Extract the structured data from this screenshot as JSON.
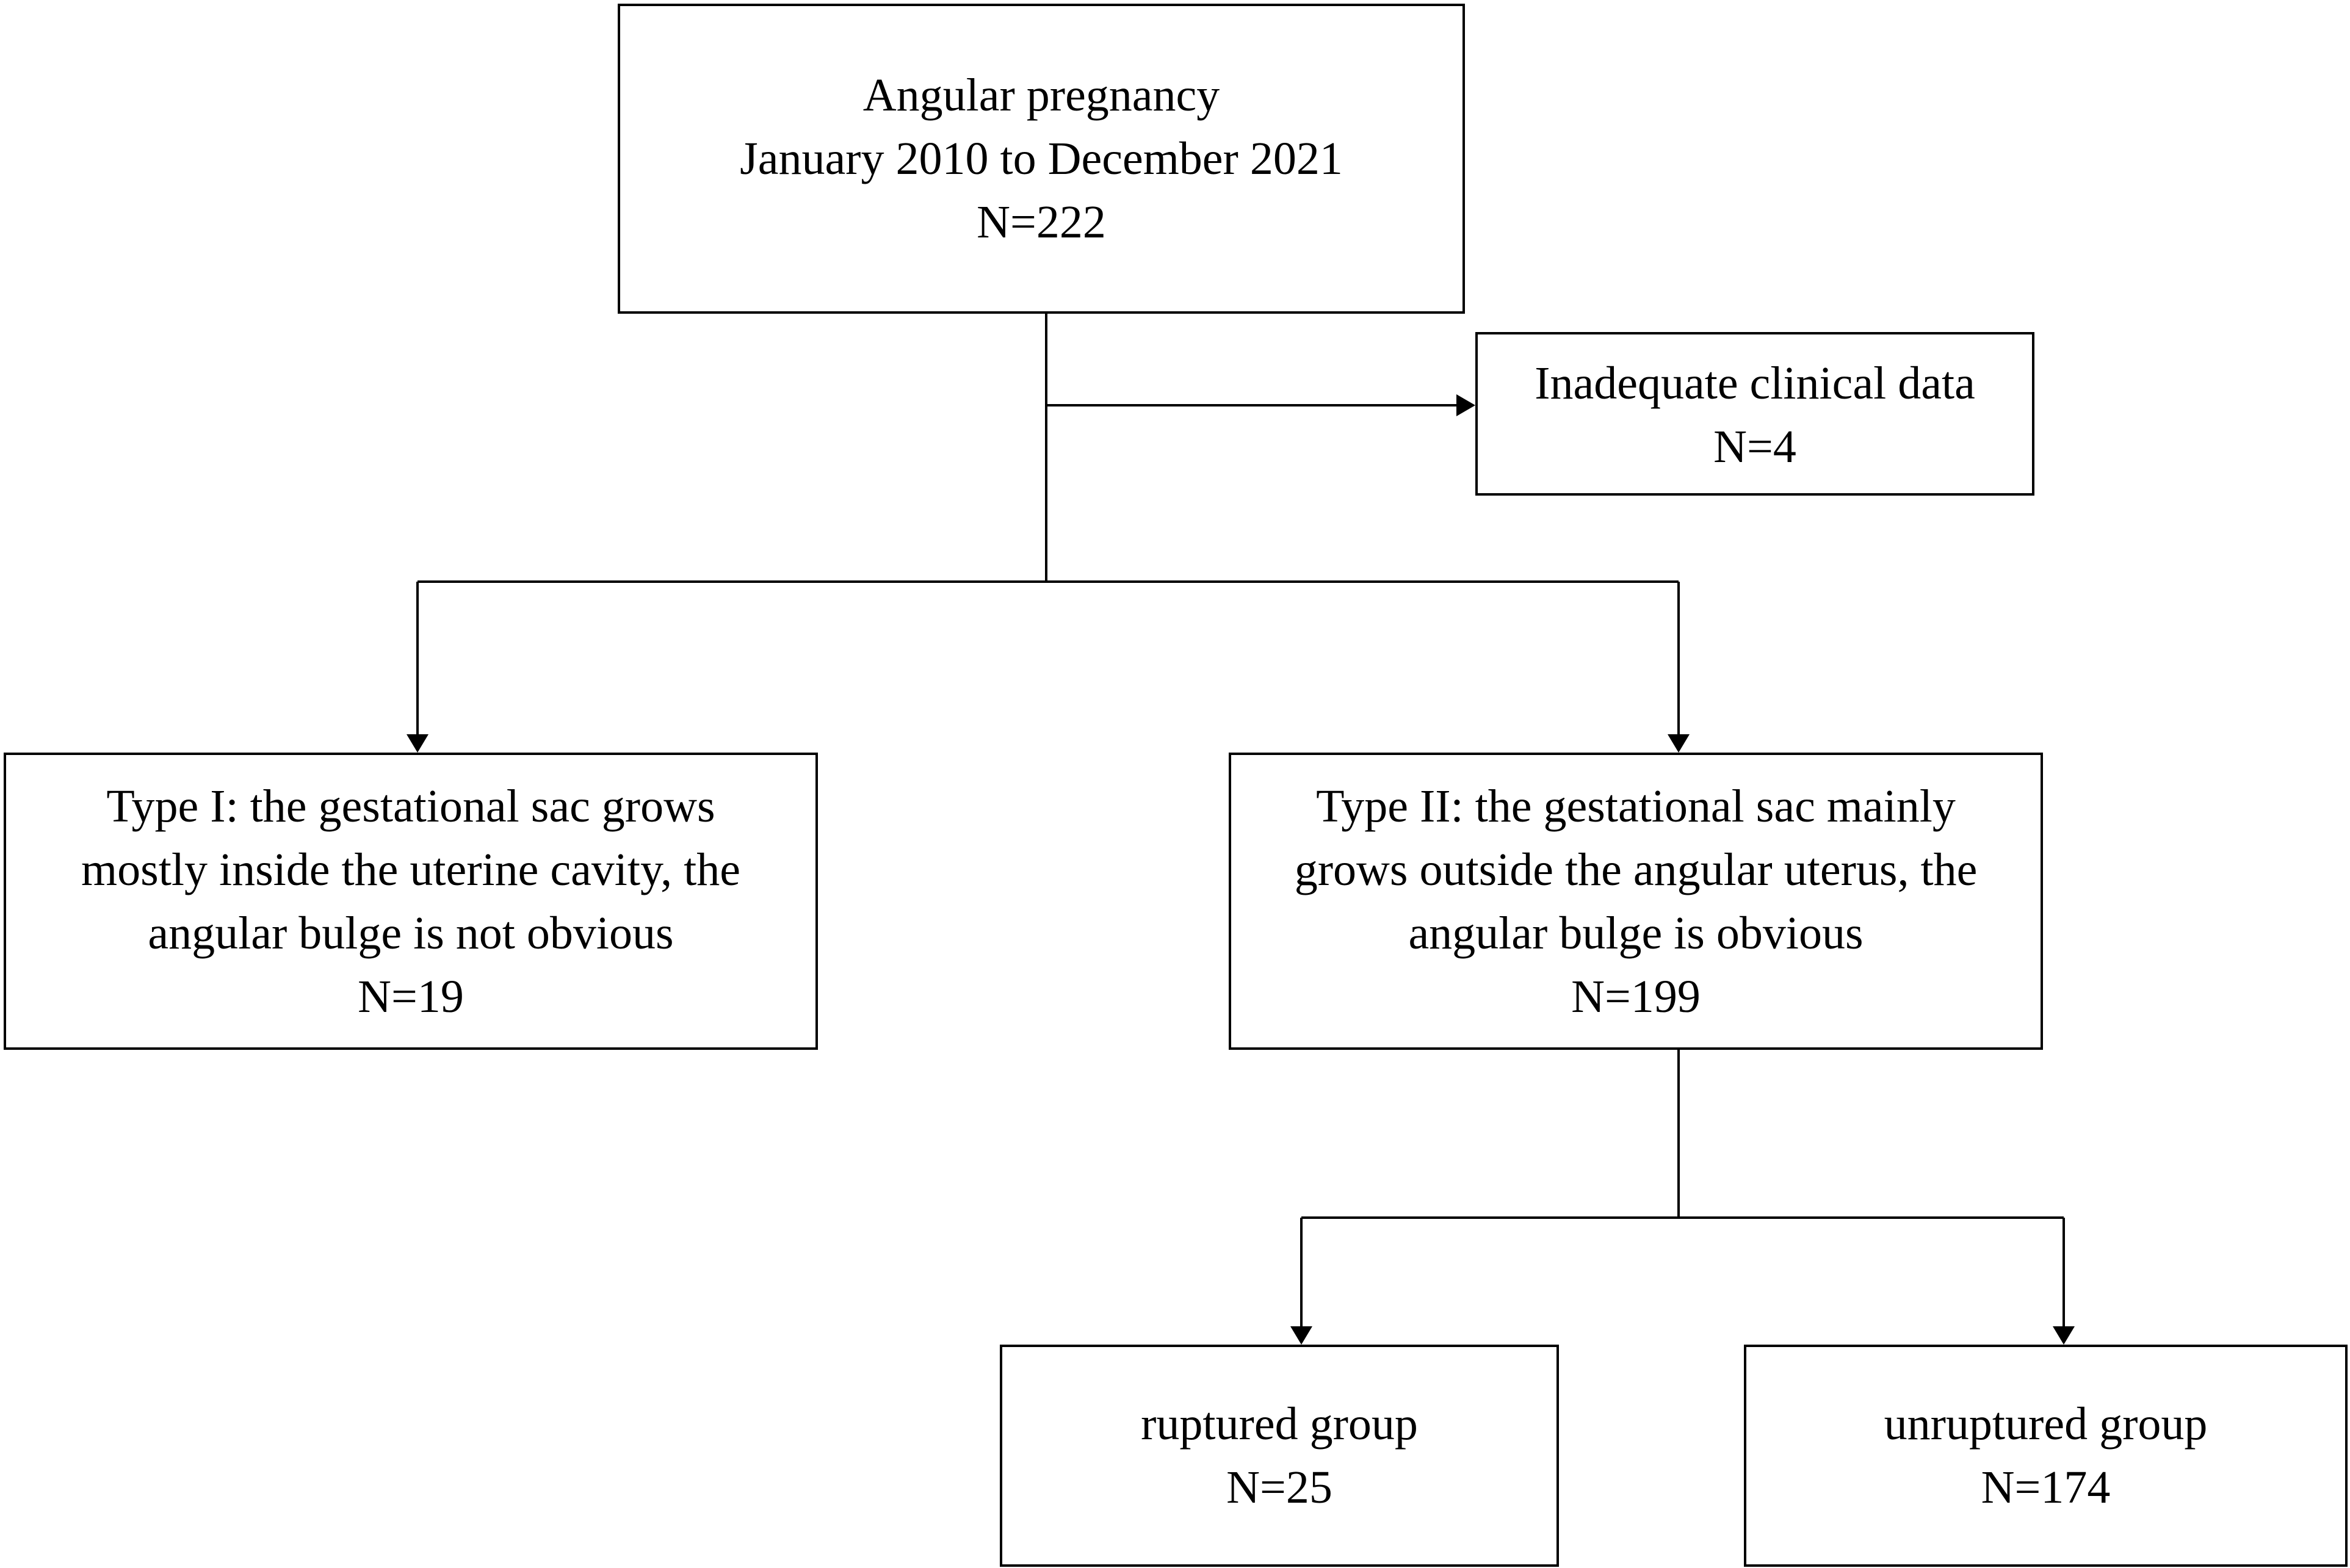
{
  "nodes": {
    "top": {
      "line1": "Angular pregnancy",
      "line2": "January 2010 to December 2021",
      "count": "N=222"
    },
    "excluded": {
      "line1": "Inadequate clinical data",
      "count": "N=4"
    },
    "type1": {
      "line1": "Type I: the gestational sac grows",
      "line2": "mostly inside the uterine cavity, the",
      "line3": "angular bulge is not obvious",
      "count": "N=19"
    },
    "type2": {
      "line1": "Type II: the gestational sac mainly",
      "line2": "grows outside the angular uterus, the",
      "line3": "angular bulge is obvious",
      "count": "N=199"
    },
    "ruptured": {
      "line1": "ruptured group",
      "count": "N=25"
    },
    "unruptured": {
      "line1": "unruptured group",
      "count": "N=174"
    }
  },
  "edges": [
    {
      "from": "top",
      "to": "excluded"
    },
    {
      "from": "top",
      "to": "type1"
    },
    {
      "from": "top",
      "to": "type2"
    },
    {
      "from": "type2",
      "to": "ruptured"
    },
    {
      "from": "type2",
      "to": "unruptured"
    }
  ],
  "colors": {
    "line": "#000000",
    "box_border": "#000000",
    "background": "#ffffff"
  }
}
